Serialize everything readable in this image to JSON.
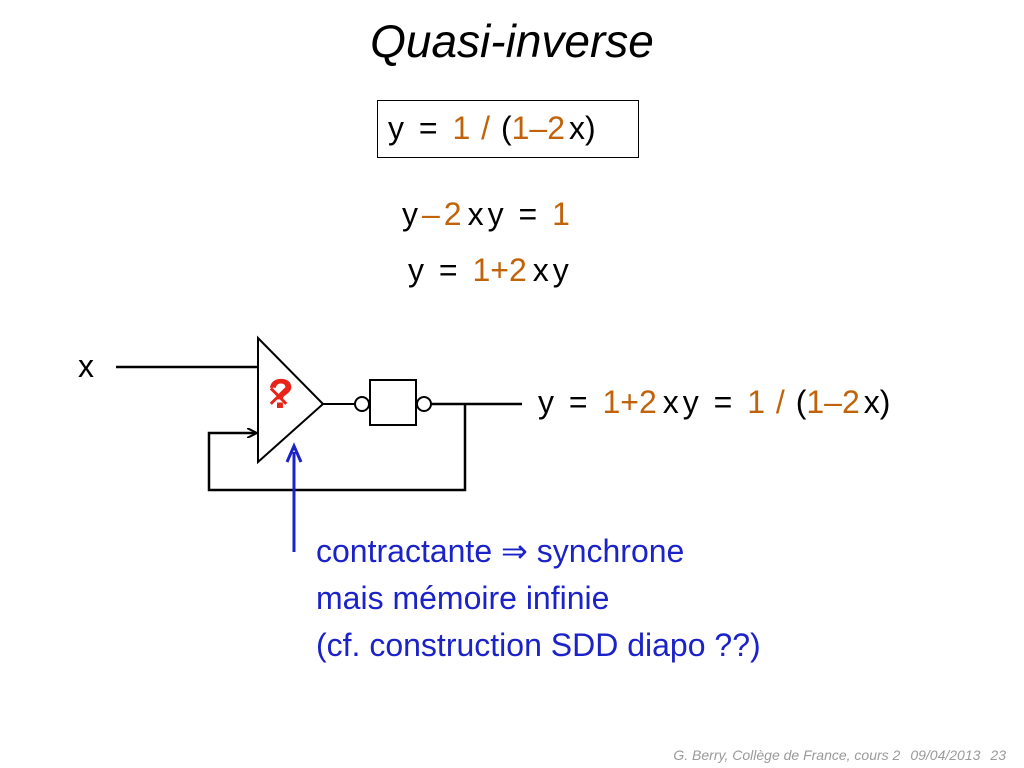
{
  "colors": {
    "accent": "#c0630a",
    "arrow": "#1b22c8",
    "cross": "#e8231a"
  },
  "title": "Quasi-inverse",
  "boxed_formula": {
    "y": "y",
    "eq": "=",
    "one": "1",
    "slash": "/",
    "lparen": "(",
    "one2": "1",
    "minus": "–",
    "two": "2",
    "x": "x",
    "rparen": ")"
  },
  "eq1": {
    "y": "y",
    "minus": "–",
    "two": "2",
    "x": "x",
    "y2": "y",
    "eq": "=",
    "one": "1"
  },
  "eq2": {
    "y": "y",
    "eq": "=",
    "one": "1",
    "plus": "+",
    "two": "2",
    "x": "x",
    "y2": "y"
  },
  "circuit": {
    "input_label": "x",
    "question_mark": "?",
    "cross_mark": "✕",
    "output": {
      "y": "y",
      "eq": "=",
      "one": "1",
      "plus": "+",
      "two": "2",
      "x": "x",
      "y2": "y",
      "eq2": "=",
      "one2": "1",
      "slash": "/",
      "lparen": "(",
      "one3": "1",
      "minus": "–",
      "two2": "2",
      "x2": "x",
      "rparen": ")"
    }
  },
  "note_lines": [
    "contractante ⇒ synchrone",
    "mais mémoire infinie",
    "(cf. construction SDD diapo ??)"
  ],
  "footer": {
    "author": "G. Berry, Collège de France, cours 2",
    "date": "09/04/2013",
    "page": "23"
  }
}
